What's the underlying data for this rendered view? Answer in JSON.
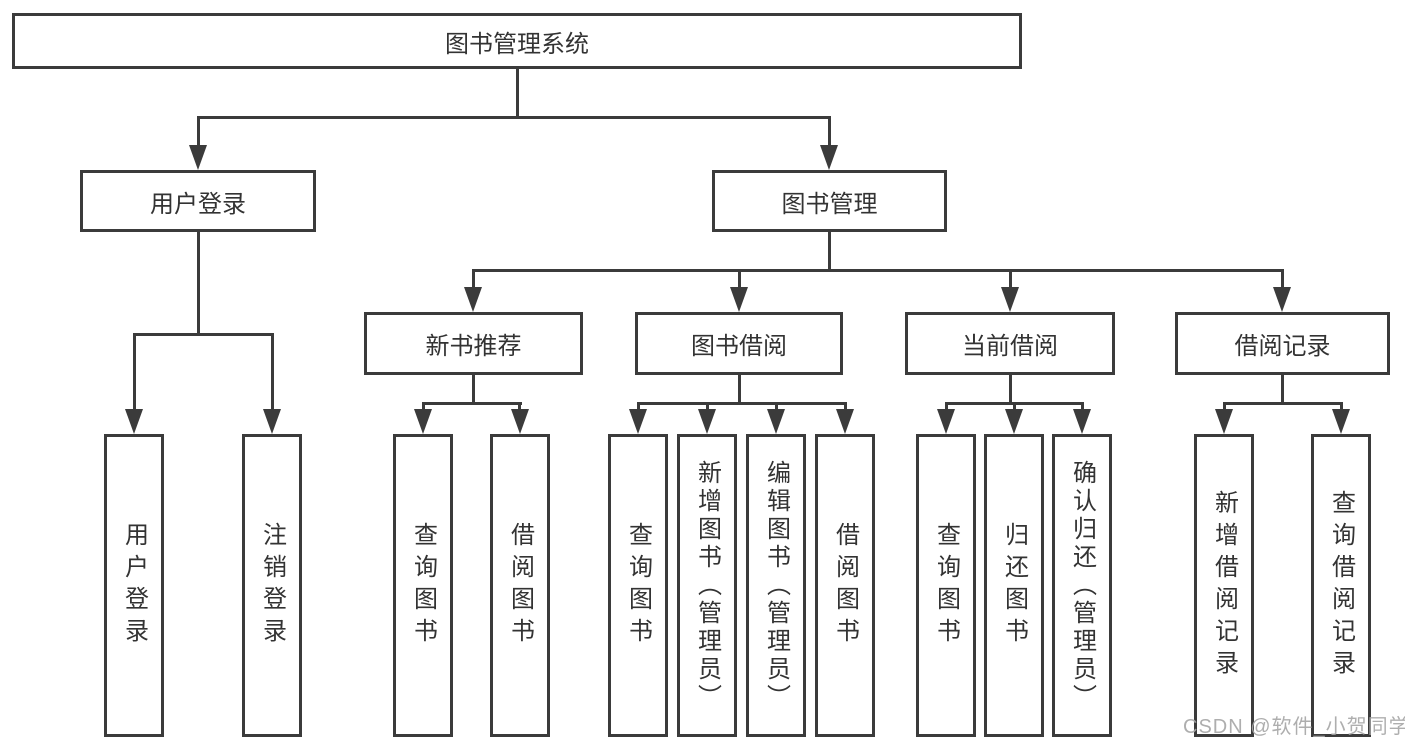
{
  "diagram": {
    "root": {
      "label": "图书管理系统"
    },
    "level2": [
      {
        "label": "用户登录"
      },
      {
        "label": "图书管理"
      }
    ],
    "level3": [
      {
        "label": "新书推荐"
      },
      {
        "label": "图书借阅"
      },
      {
        "label": "当前借阅"
      },
      {
        "label": "借阅记录"
      }
    ],
    "level4": {
      "user_login": [
        "用户登录",
        "注销登录"
      ],
      "new_book": [
        "查询图书",
        "借阅图书"
      ],
      "book_borrow": [
        "查询图书",
        "新增图书（管理员）",
        "编辑图书（管理员）",
        "借阅图书"
      ],
      "current_borrow": [
        "查询图书",
        "归还图书",
        "确认归还（管理员）"
      ],
      "borrow_records": [
        "新增借阅记录",
        "查询借阅记录"
      ]
    },
    "colors": {
      "line": "#3b3b3b",
      "text": "#333333",
      "background": "#ffffff"
    }
  },
  "watermark": {
    "text": "CSDN @软件_小贺同学",
    "color": "#a6a6a6"
  }
}
